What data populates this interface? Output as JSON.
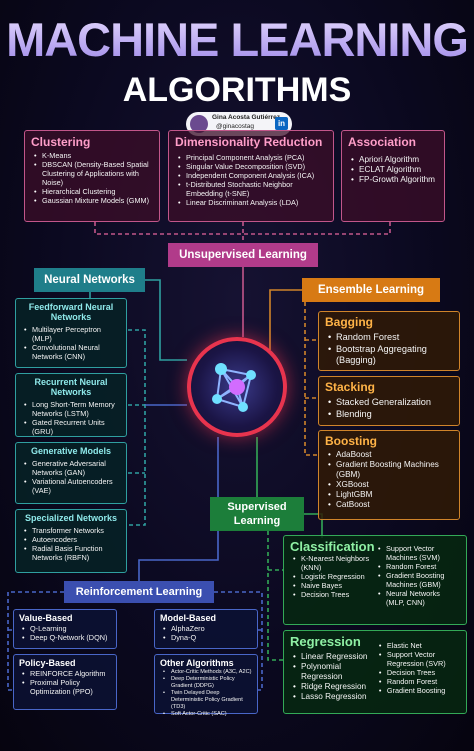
{
  "title": {
    "line1": "MACHINE LEARNING",
    "line2": "ALGORITHMS"
  },
  "author": {
    "name": "Gina Acosta Gutiérrez",
    "handle": "@ginacostag",
    "network": "in"
  },
  "unsupervised": {
    "label": "Unsupervised Learning",
    "clustering": {
      "title": "Clustering",
      "items": [
        "K-Means",
        "DBSCAN (Density-Based Spatial Clustering of Applications with Noise)",
        "Hierarchical Clustering",
        "Gaussian Mixture Models (GMM)"
      ]
    },
    "dimensionality": {
      "title": "Dimensionality Reduction",
      "items": [
        "Principal Component Analysis (PCA)",
        "Singular Value Decomposition (SVD)",
        "Independent Component Analysis (ICA)",
        "t-Distributed Stochastic Neighbor Embedding (t-SNE)",
        "Linear Discriminant Analysis (LDA)"
      ]
    },
    "association": {
      "title": "Association",
      "items": [
        "Apriori Algorithm",
        "ECLAT Algorithm",
        "FP-Growth Algorithm"
      ]
    }
  },
  "neural": {
    "label": "Neural Networks",
    "feedforward": {
      "title": "Feedforward Neural Networks",
      "items": [
        "Multilayer Perceptron (MLP)",
        "Convolutional Neural Networks (CNN)"
      ]
    },
    "recurrent": {
      "title": "Recurrent Neural Networks",
      "items": [
        "Long Short-Term Memory Networks (LSTM)",
        "Gated Recurrent Units (GRU)"
      ]
    },
    "generative": {
      "title": "Generative Models",
      "items": [
        "Generative Adversarial Networks (GAN)",
        "Variational Autoencoders (VAE)"
      ]
    },
    "specialized": {
      "title": "Specialized Networks",
      "items": [
        "Transformer Networks",
        "Autoencoders",
        "Radial Basis Function Networks (RBFN)"
      ]
    }
  },
  "ensemble": {
    "label": "Ensemble Learning",
    "bagging": {
      "title": "Bagging",
      "items": [
        "Random Forest",
        "Bootstrap Aggregating (Bagging)"
      ]
    },
    "stacking": {
      "title": "Stacking",
      "items": [
        "Stacked Generalization",
        "Blending"
      ]
    },
    "boosting": {
      "title": "Boosting",
      "items": [
        "AdaBoost",
        "Gradient Boosting Machines (GBM)",
        "XGBoost",
        "LightGBM",
        "CatBoost"
      ]
    }
  },
  "supervised": {
    "label_line1": "Supervised",
    "label_line2": "Learning",
    "classification": {
      "title": "Classification",
      "items_left": [
        "K-Nearest Neighbors (KNN)",
        "Logistic Regression",
        "Naive Bayes",
        "Decision Trees"
      ],
      "items_right": [
        "Support Vector Machines (SVM)",
        "Random Forest",
        "Gradient Boosting Machines (GBM)",
        "Neural Networks (MLP, CNN)"
      ]
    },
    "regression": {
      "title": "Regression",
      "items_left": [
        "Linear Regression",
        "Polynomial Regression",
        "Ridge Regression",
        "Lasso Regression"
      ],
      "items_right": [
        "Elastic Net",
        "Support Vector Regression (SVR)",
        "Decision Trees",
        "Random Forest",
        "Gradient Boosting"
      ]
    }
  },
  "reinforcement": {
    "label": "Reinforcement Learning",
    "value": {
      "title": "Value-Based",
      "items": [
        "Q-Learning",
        "Deep Q-Network (DQN)"
      ]
    },
    "model": {
      "title": "Model-Based",
      "items": [
        "AlphaZero",
        "Dyna-Q"
      ]
    },
    "policy": {
      "title": "Policy-Based",
      "items": [
        "REINFORCE Algorithm",
        "Proximal Policy Optimization (PPO)"
      ]
    },
    "other": {
      "title": "Other Algorithms",
      "items": [
        "Actor-Critic Methods (A3C, A2C)",
        "Deep Deterministic Policy Gradient (DDPG)",
        "Twin Delayed Deep Deterministic Policy Gradient (TD3)",
        "Soft Actor-Critic (SAC)"
      ]
    }
  },
  "colors": {
    "unsupervised": "#b13b8a",
    "neural": "#1f7e8a",
    "ensemble": "#d77a14",
    "supervised": "#1c7e3a",
    "reinforcement": "#3b4fb0",
    "hub_ring": "#e8344e"
  }
}
